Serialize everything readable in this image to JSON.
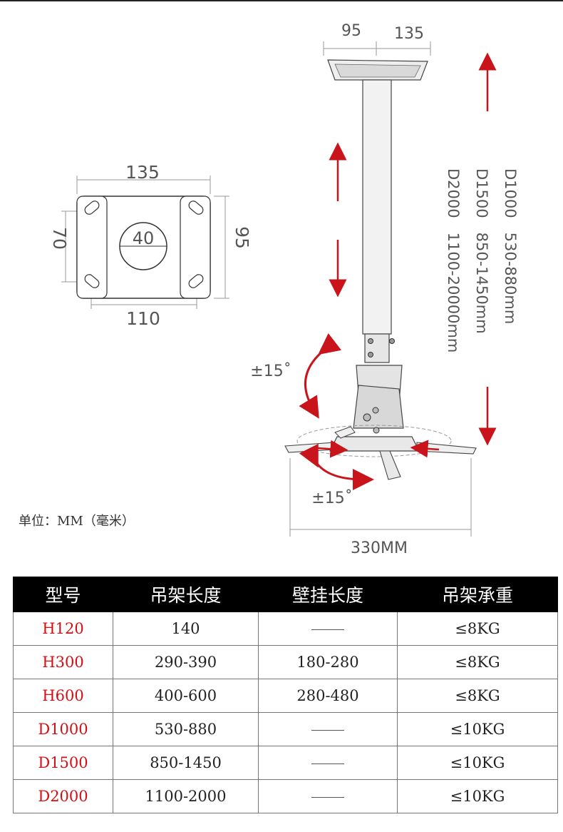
{
  "colors": {
    "arrow": "#c8141a",
    "line": "#8a8a8a",
    "model_text": "#d20f14",
    "header_bg": "#000000"
  },
  "plate": {
    "width_label": "135",
    "height_label": "95",
    "inner_height_label": "70",
    "hole_spacing_label": "110",
    "center_hole_label": "40"
  },
  "mount": {
    "top_dim_left": "95",
    "top_dim_right": "135",
    "spread_label": "330MM",
    "tilt_label": "±15˚",
    "swivel_label": "±15˚",
    "length_specs": [
      "D1000   530-880mm",
      "D1500   850-1450mm",
      "D2000   1100-20000mm"
    ]
  },
  "unit_note": "单位：MM（毫米）",
  "table": {
    "headers": [
      "型号",
      "吊架长度",
      "壁挂长度",
      "吊架承重"
    ],
    "rows": [
      {
        "model": "H120",
        "ceiling_length": "140",
        "wall_length": "",
        "load": "≤8KG"
      },
      {
        "model": "H300",
        "ceiling_length": "290-390",
        "wall_length": "180-280",
        "load": "≤8KG"
      },
      {
        "model": "H600",
        "ceiling_length": "400-600",
        "wall_length": "280-480",
        "load": "≤8KG"
      },
      {
        "model": "D1000",
        "ceiling_length": "530-880",
        "wall_length": "",
        "load": "≤10KG"
      },
      {
        "model": "D1500",
        "ceiling_length": "850-1450",
        "wall_length": "",
        "load": "≤10KG"
      },
      {
        "model": "D2000",
        "ceiling_length": "1100-2000",
        "wall_length": "",
        "load": "≤10KG"
      }
    ]
  }
}
